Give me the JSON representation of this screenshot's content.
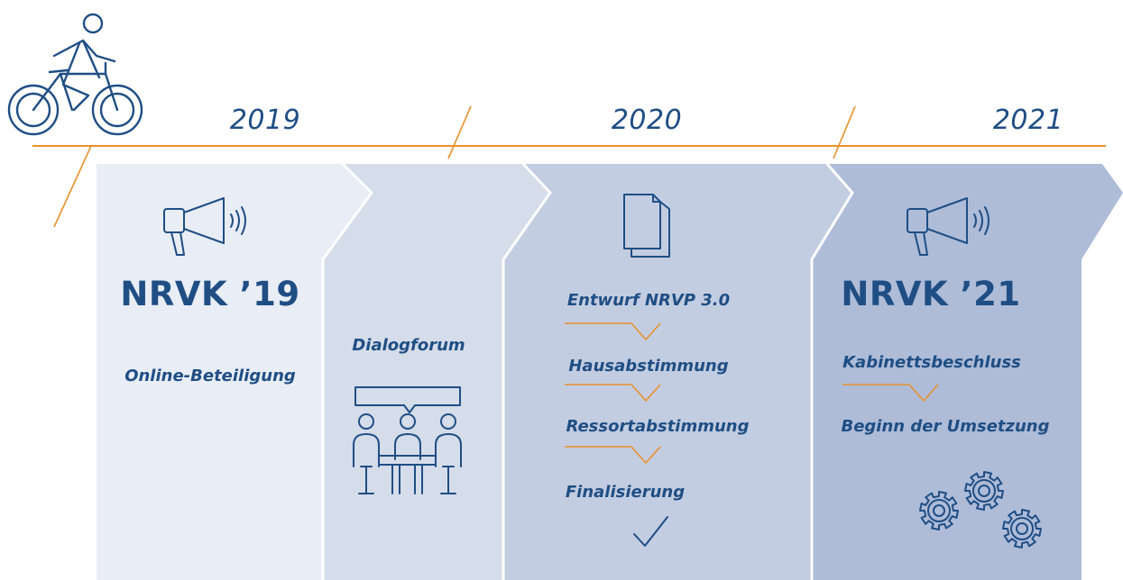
{
  "timeline": {
    "years": [
      "2019",
      "2020",
      "2021"
    ]
  },
  "columns": [
    {
      "heading": "NRVK ’19",
      "steps": [
        "Online-Beteiligung"
      ],
      "icon": "megaphone-icon",
      "fill": "#e8edf6"
    },
    {
      "heading": "",
      "steps": [
        "Dialogforum"
      ],
      "icon": "meeting-table-icon",
      "fill": "#d5dcea"
    },
    {
      "heading": "",
      "steps": [
        "Entwurf NRVP 3.0",
        "Hausabstimmung",
        "Ressortabstimmung",
        "Finalisierung"
      ],
      "icon": "documents-icon",
      "end_icon": "checkmark-icon",
      "fill": "#c3cde1"
    },
    {
      "heading": "NRVK ’21",
      "steps": [
        "Kabinettsbeschluss",
        "Beginn der Umsetzung"
      ],
      "icon": "megaphone-icon",
      "end_icon": "gears-icon",
      "fill": "#aebcd8"
    }
  ],
  "colors": {
    "accent_orange": "#e8912c",
    "text_blue": "#1f4e84"
  },
  "decor_icon": "cyclist-icon"
}
